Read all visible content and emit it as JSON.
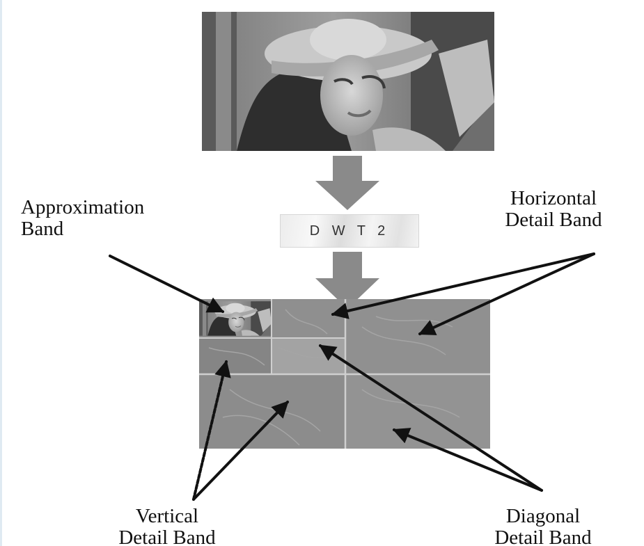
{
  "labels": {
    "approximation": "Approximation\nBand",
    "horizontal": "Horizontal\nDetail Band",
    "vertical": "Vertical\nDetail Band",
    "diagonal": "Diagonal\nDetail Band"
  },
  "transform_label": "D W T 2",
  "colors": {
    "flow_arrow": "#8a8a8a",
    "pointer_arrow": "#111111",
    "subband_fill": "#8e8e8e",
    "subband_divider": "#cfcfcf",
    "text": "#111111"
  },
  "icons": {
    "source_image": "grayscale-portrait-photo",
    "approximation_image": "downscaled-portrait-thumbnail",
    "flow_arrow": "thick-down-arrow"
  }
}
